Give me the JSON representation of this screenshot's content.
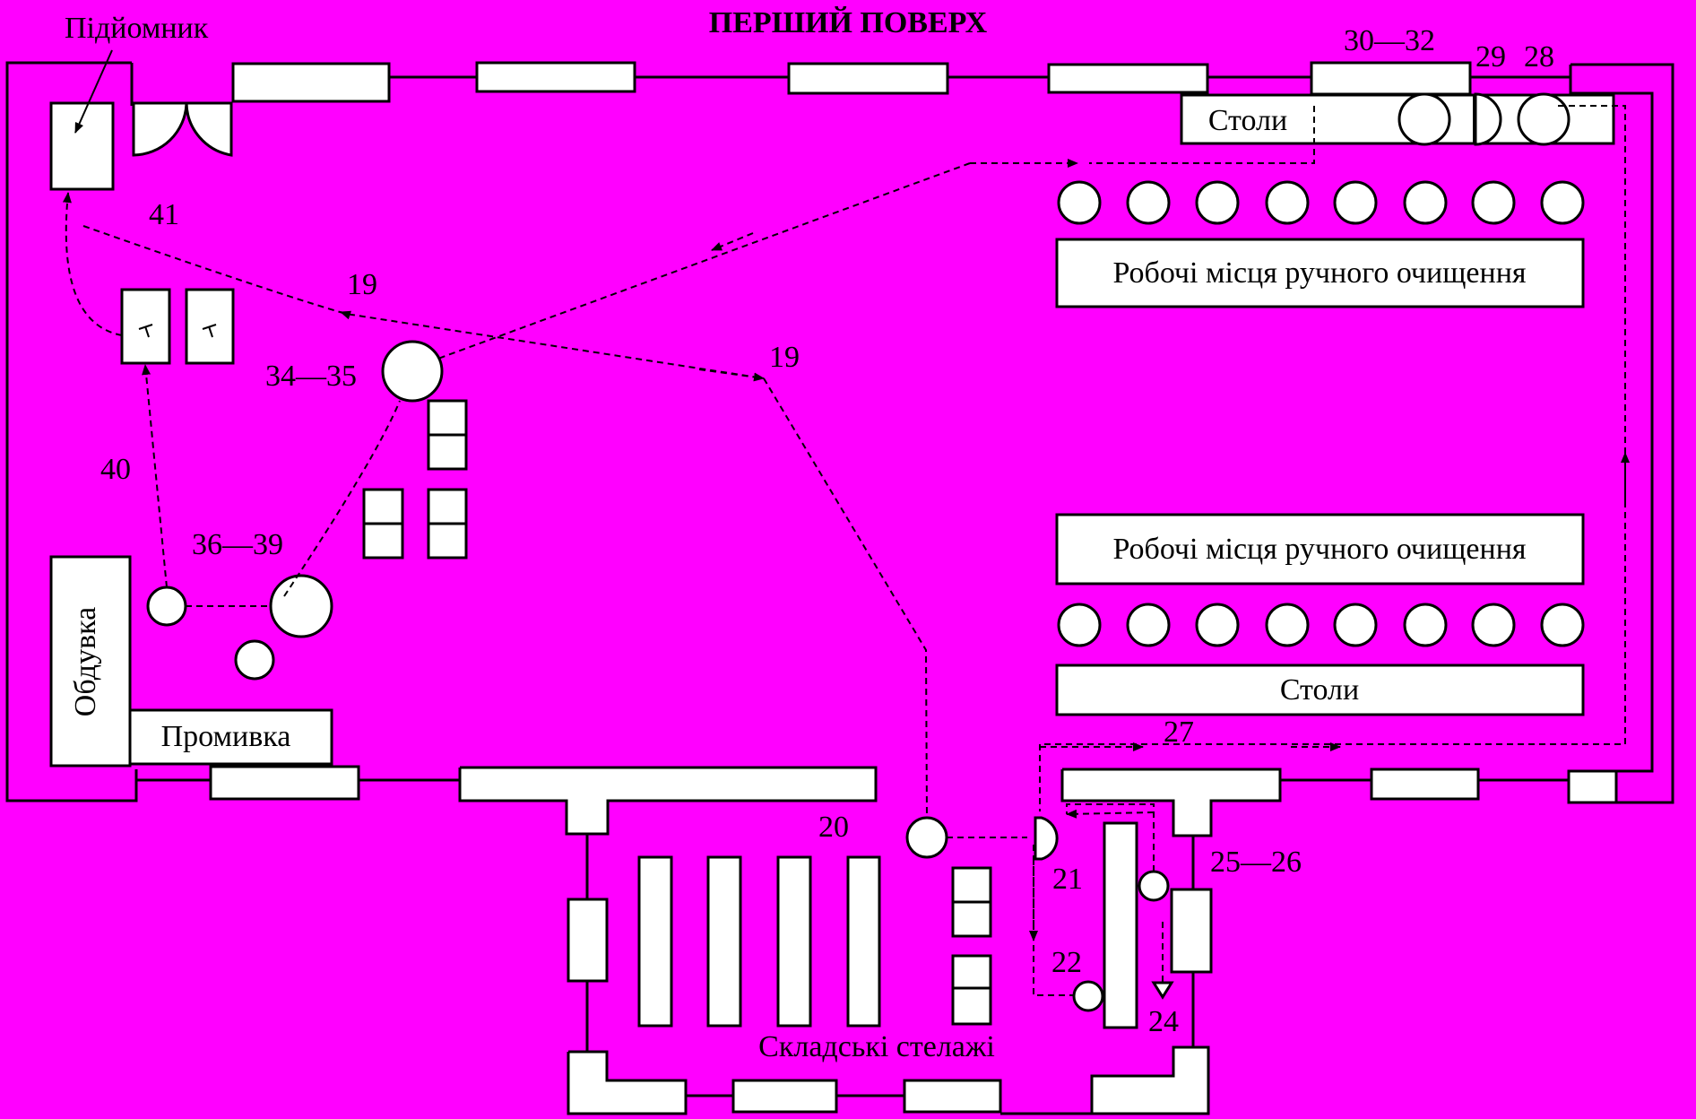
{
  "title": "ПЕРШИЙ ПОВЕРХ",
  "rooms": {
    "lift": "Підйомник",
    "blow_off": "Обдувка",
    "washing": "Промивка",
    "tables_top": "Столи",
    "tables_bottom": "Столи",
    "workplaces_top": "Робочі місця ручного очищення",
    "workplaces_bottom": "Робочі місця ручного очищення",
    "storage": "Складські стелажі"
  },
  "markers": {
    "m41": "41",
    "m19a": "19",
    "m19b": "19",
    "m34_35": "34—35",
    "m40": "40",
    "m36_39": "36—39",
    "m30_32": "30—32",
    "m29": "29",
    "m28": "28",
    "m27": "27",
    "m20": "20",
    "m21": "21",
    "m22": "22",
    "m24": "24",
    "m25_26": "25—26"
  },
  "colors": {
    "background": "#ff00ff",
    "fill": "#ffffff",
    "stroke": "#000000"
  }
}
